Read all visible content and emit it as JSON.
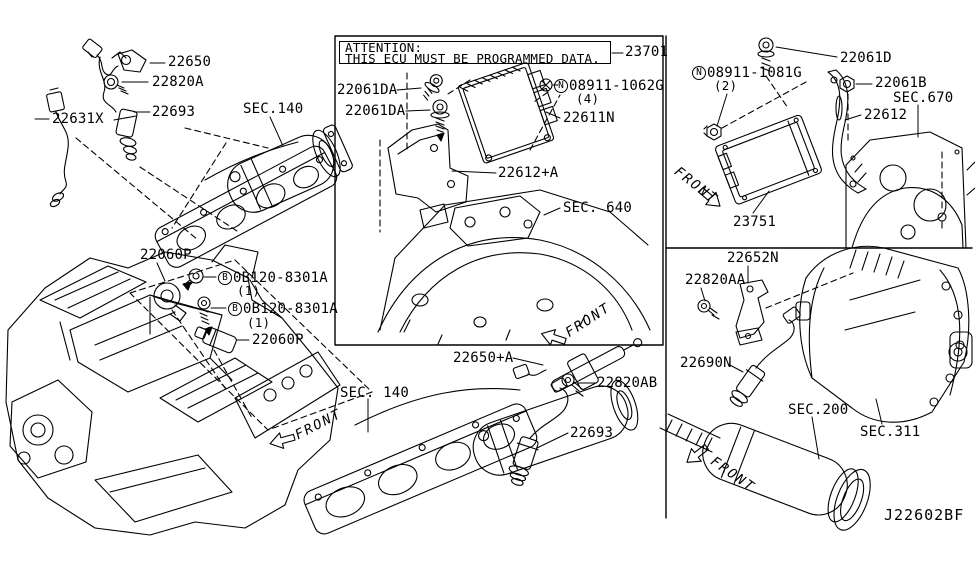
{
  "diagram": {
    "code": "J22602BF",
    "front_label": "FRONT",
    "attention": {
      "line1": "ATTENTION:",
      "line2": "THIS ECU MUST BE PROGRAMMED DATA.",
      "part_ref": "23701"
    },
    "prefixes": {
      "nut": "N",
      "bolt": "B"
    },
    "top_left": {
      "af_sensor": "22650",
      "bolt": "22820A",
      "o2_sensor": "22693",
      "rear_sensor": "22631X",
      "section": "SEC.140"
    },
    "ecu_panel": {
      "bolt_upper": "22061DA",
      "bolt_lower": "22061DA",
      "nut": "08911-1062G",
      "nut_qty": "(4)",
      "ecu": "22611N",
      "bracket": "22612+A",
      "section": "SEC. 640"
    },
    "ecm_panel": {
      "bolt": "22061D",
      "nut": "08911-1081G",
      "nut_qty": "(2)",
      "flange_nut": "22061B",
      "section": "SEC.670",
      "bracket": "22612",
      "ecm": "23751"
    },
    "knock": {
      "sensor_upper": "22060P",
      "bolt_upper": "0B120-8301A",
      "bolt_upper_qty": "(1)",
      "bolt_lower": "0B120-8301A",
      "bolt_lower_qty": "(1)",
      "sensor_lower": "22060P"
    },
    "lower_manifold": {
      "section": "SEC. 140",
      "af_sensor": "22650+A",
      "bolt": "22820AB",
      "o2_sensor": "22693"
    },
    "trans_panel": {
      "bracket": "22652N",
      "bolt": "22820AA",
      "o2_sensor": "22690N",
      "exhaust_section": "SEC.200",
      "trans_section": "SEC.311"
    }
  }
}
